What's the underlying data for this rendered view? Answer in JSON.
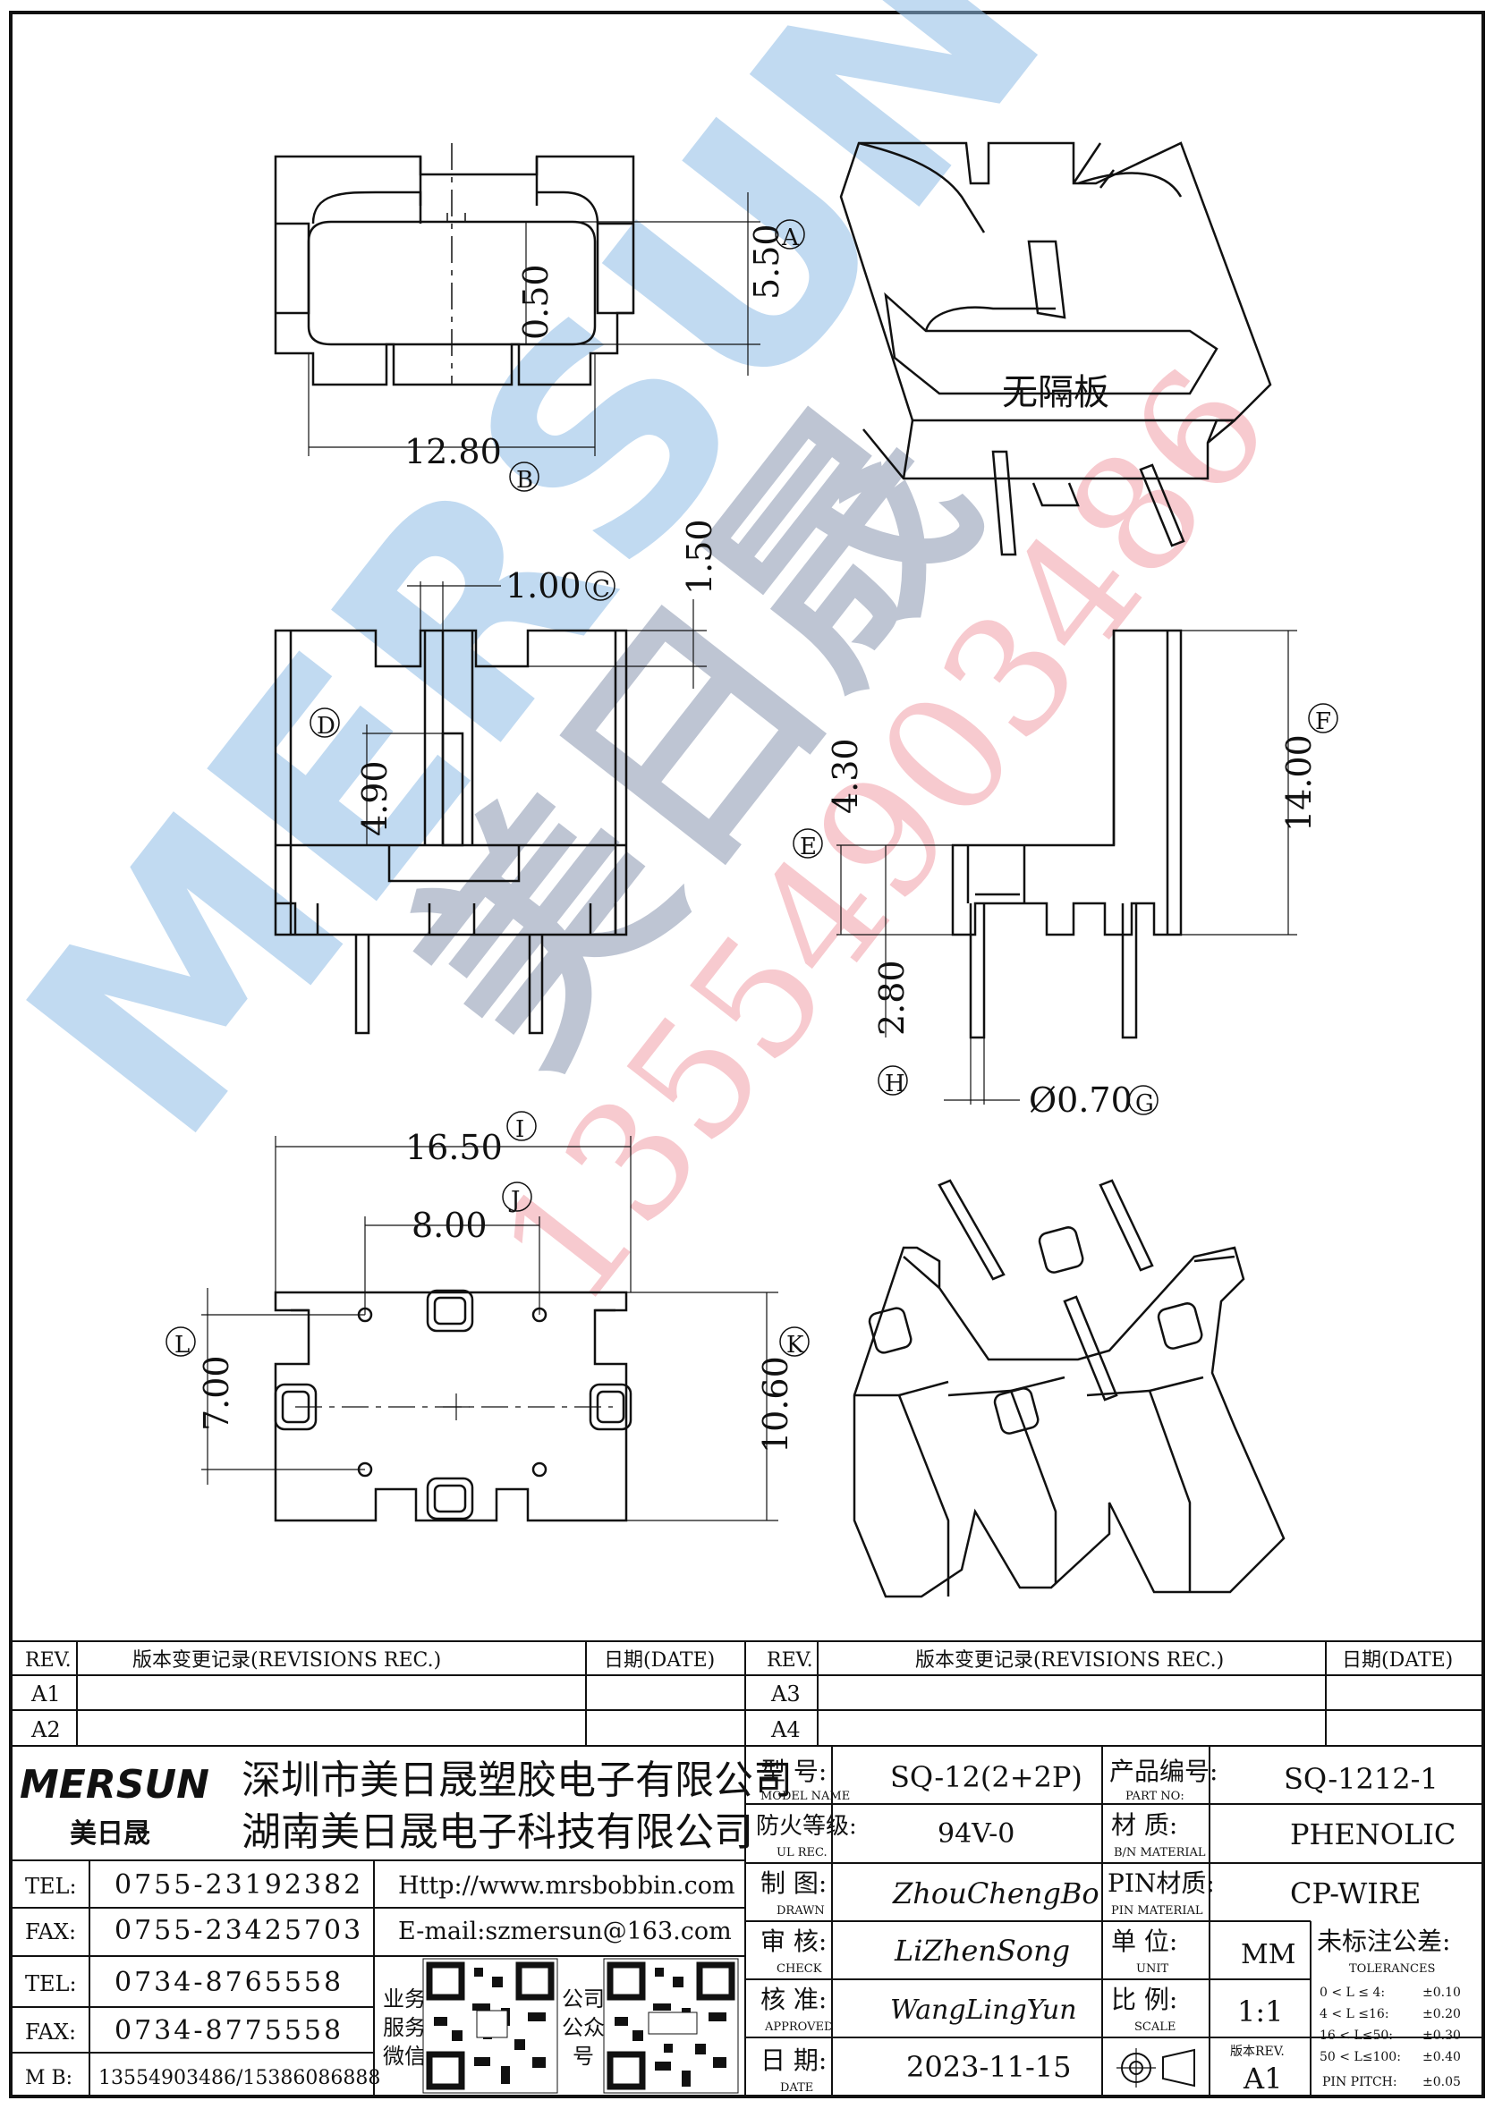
{
  "dimensions": {
    "a_label": "A",
    "a_val_1": "5.50",
    "a_val_2": "0.50",
    "b_label": "B",
    "b_val": "12.80",
    "c_label": "C",
    "c_val": "1.00",
    "c_val_2": "1.50",
    "d_label": "D",
    "d_val": "4.90",
    "e_label": "E",
    "e_val": "4.30",
    "f_label": "F",
    "f_val": "14.00",
    "g_label": "G",
    "g_val": "Ø0.70",
    "h_label": "H",
    "h_val": "2.80",
    "i_label": "I",
    "i_val": "16.50",
    "j_label": "J",
    "j_val": "8.00",
    "k_label": "K",
    "k_val": "10.60",
    "l_label": "L",
    "l_val": "7.00"
  },
  "iso_note": "无隔板",
  "watermark": {
    "brand": "MERSUN",
    "cn": "美日晟",
    "phone": "13554903486"
  },
  "rev_left": {
    "h_rev": "REV.",
    "h_rec": "版本变更记录(REVISIONS REC.)",
    "h_date": "日期(DATE)",
    "rows": [
      "A1",
      "A2"
    ]
  },
  "rev_right": {
    "h_rev": "REV.",
    "h_rec": "版本变更记录(REVISIONS REC.)",
    "h_date": "日期(DATE)",
    "rows": [
      "A3",
      "A4"
    ]
  },
  "company": {
    "logo": "MERSUN",
    "logo_cn": "美日晟",
    "name1": "深圳市美日晟塑胶电子有限公司",
    "name2": "湖南美日晟电子科技有限公司"
  },
  "contacts": [
    {
      "label": "TEL:",
      "value": "0755-23192382"
    },
    {
      "label": "FAX:",
      "value": "0755-23425703"
    },
    {
      "label": "TEL:",
      "value": "0734-8765558"
    },
    {
      "label": "FAX:",
      "value": "0734-8775558"
    },
    {
      "label": "M B:",
      "value": "13554903486/15386086888"
    }
  ],
  "web": "Http://www.mrsbobbin.com",
  "email": "E-mail:szmersun@163.com",
  "qr1_label": [
    "业务",
    "服务",
    "微信"
  ],
  "qr2_label": [
    "公司",
    "公众",
    "号"
  ],
  "spec": {
    "model_label": "型  号:",
    "model_sub": "MODEL NAME",
    "model": "SQ-12(2+2P)",
    "part_label": "产品编号:",
    "part_sub": "PART NO:",
    "part": "SQ-1212-1",
    "ul_label": "防火等级:",
    "ul_sub": "UL REC.",
    "ul": "94V-0",
    "mat_label": "材  质:",
    "mat_sub": "B/N MATERIAL",
    "mat": "PHENOLIC",
    "drawn_label": "制  图:",
    "drawn_sub": "DRAWN",
    "drawn": "ZhouChengBo",
    "pin_label": "PIN材质:",
    "pin_sub": "PIN MATERIAL",
    "pin": "CP-WIRE",
    "check_label": "审  核:",
    "check_sub": "CHECK",
    "check": "LiZhenSong",
    "unit_label": "单  位:",
    "unit_sub": "UNIT",
    "unit": "MM",
    "appr_label": "核  准:",
    "appr_sub": "APPROVED",
    "appr": "WangLingYun",
    "scale_label": "比  例:",
    "scale_sub": "SCALE",
    "scale": "1:1",
    "date_label": "日  期:",
    "date_sub": "DATE",
    "date": "2023-11-15",
    "ver_label": "版本REV.",
    "ver": "A1",
    "tol_label": "未标注公差:",
    "tol_sub": "TOLERANCES",
    "tolerances": [
      {
        "range": "0 < L ≤  4:",
        "val": "±0.10"
      },
      {
        "range": "4 < L ≤16:",
        "val": "±0.20"
      },
      {
        "range": "16 < L≤50:",
        "val": "±0.30"
      },
      {
        "range": "50 < L≤100:",
        "val": "±0.40"
      },
      {
        "range": "PIN PITCH:",
        "val": "±0.05"
      }
    ]
  }
}
